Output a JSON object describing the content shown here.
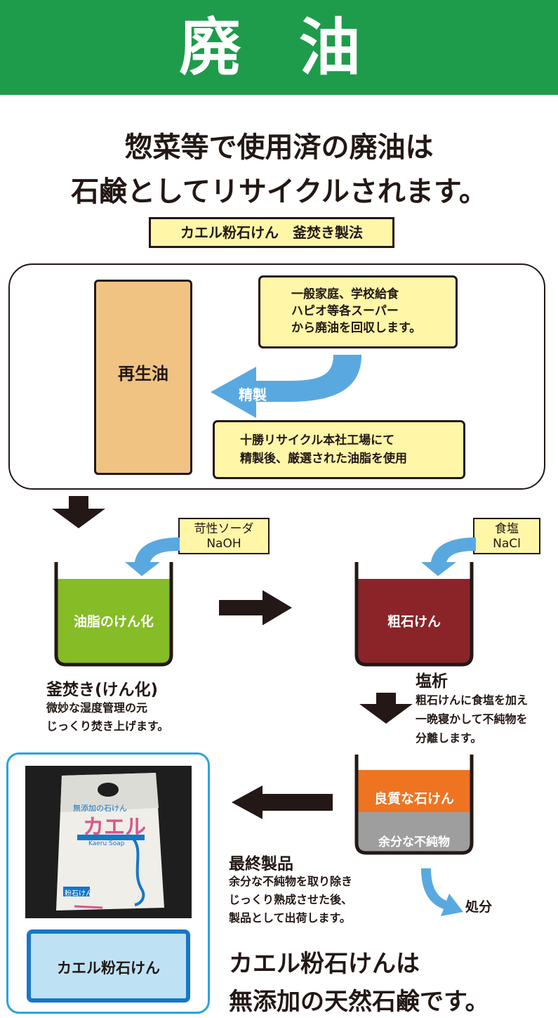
{
  "header": {
    "title": "廃 油",
    "color": "#1e9c4b"
  },
  "headline": {
    "line1": "惣菜等で使用済の廃油は",
    "line2": "石鹸としてリサイクルされます。"
  },
  "method_label": "カエル粉石けん　釜焚き製法",
  "recycled_oil": {
    "label": "再生油",
    "color": "#f0c382"
  },
  "collection_note": {
    "line1": "一般家庭、学校給食",
    "line2": "ハピオ等各スーパー",
    "line3": "から廃油を回収します。"
  },
  "refine_arrow_label": "精製",
  "factory_note": {
    "line1": "十勝リサイクル本社工場にて",
    "line2": "精製後、厳選された油脂を使用"
  },
  "naoh": {
    "line1": "苛性ソーダ",
    "line2": "NaOH"
  },
  "nacl": {
    "line1": "食塩",
    "line2": "NaCl"
  },
  "saponification": {
    "vessel_label": "油脂のけん化",
    "color": "#86bc25",
    "title": "釜焚き(けん化)",
    "line1": "微妙な湿度管理の元",
    "line2": "じっくり焚き上げます。"
  },
  "crude_soap": {
    "vessel_label": "粗石けん",
    "color": "#8b2429"
  },
  "salting_out": {
    "title": "塩析",
    "line1": "粗石けんに食塩を加え",
    "line2": "一晩寝かして不純物を",
    "line3": "分離します。"
  },
  "quality_soap": {
    "top_label": "良質な石けん",
    "bottom_label": "余分な不純物",
    "top_color": "#ee7421",
    "bottom_color": "#9e9e9f"
  },
  "disposal_label": "処分",
  "final_product": {
    "title": "最終製品",
    "line1": "余分な不純物を取り除き",
    "line2": "じっくり熟成させた後、",
    "line3": "製品として出荷します。"
  },
  "product_photo": {
    "brand": "カエル",
    "sub_top": "無添加の石けん",
    "brand_en": "Kaeru Soap",
    "side_text": "粉石けん",
    "accent_color": "#1677c7"
  },
  "product_label": "カエル粉石けん",
  "closing": {
    "line1": "カエル粉石けんは",
    "line2": "無添加の天然石鹸です。"
  },
  "arrow_color": "#59a9e0",
  "text_color": "#231815"
}
